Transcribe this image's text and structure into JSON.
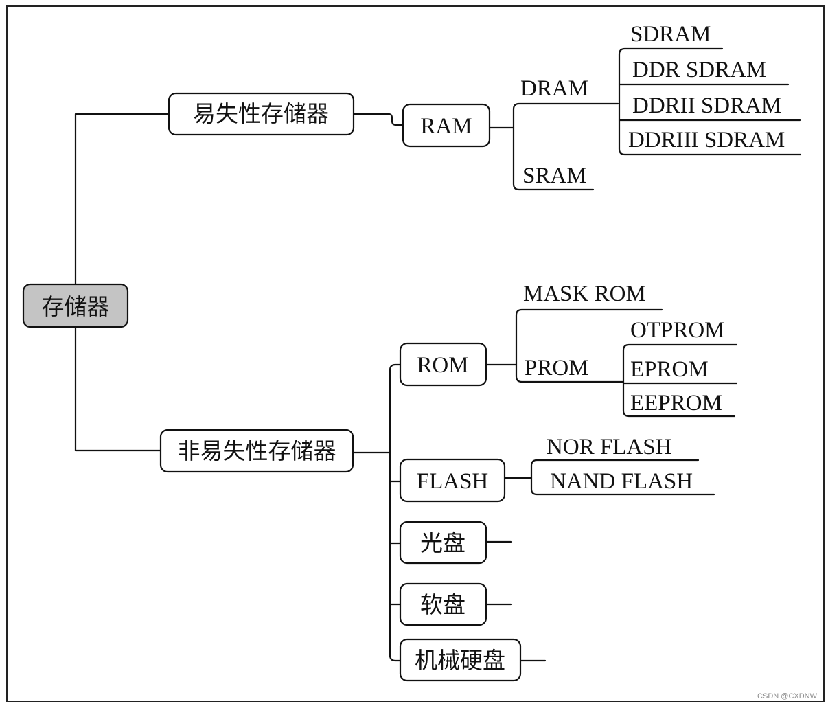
{
  "diagram": {
    "root": "存储器",
    "volatile": {
      "label": "易失性存储器",
      "ram": {
        "label": "RAM",
        "dram": {
          "label": "DRAM",
          "children": [
            "SDRAM",
            "DDR SDRAM",
            "DDRII SDRAM",
            "DDRIII SDRAM"
          ]
        },
        "sram": "SRAM"
      }
    },
    "nonvolatile": {
      "label": "非易失性存储器",
      "rom": {
        "label": "ROM",
        "mask_rom": "MASK ROM",
        "prom": {
          "label": "PROM",
          "children": [
            "OTPROM",
            "EPROM",
            "EEPROM"
          ]
        }
      },
      "flash": {
        "label": "FLASH",
        "children": [
          "NOR FLASH",
          "NAND FLASH"
        ]
      },
      "optical": "光盘",
      "floppy": "软盘",
      "hdd": "机械硬盘"
    }
  },
  "watermark": "CSDN @CXDNW"
}
